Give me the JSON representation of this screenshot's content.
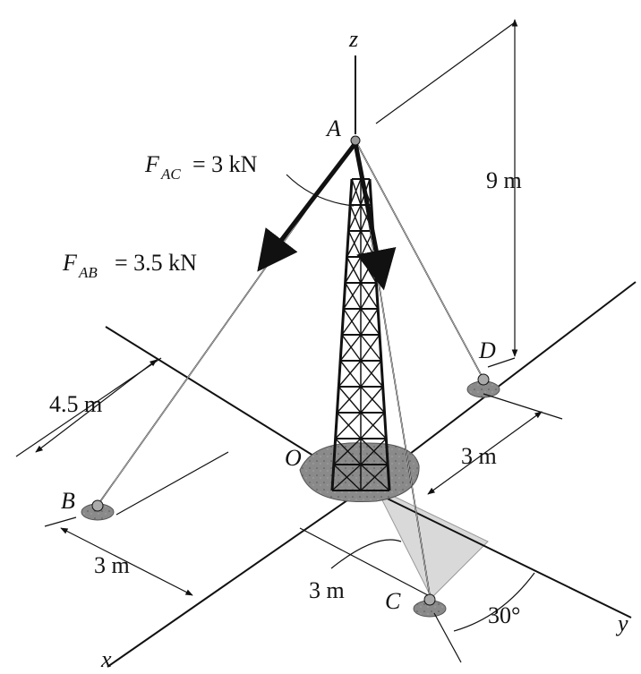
{
  "axes": {
    "x": "x",
    "y": "y",
    "z": "z"
  },
  "points": {
    "A": "A",
    "B": "B",
    "C": "C",
    "D": "D",
    "O": "O"
  },
  "forces": {
    "fac": {
      "symbol": "F",
      "sub": "AC",
      "value": " = 3 kN"
    },
    "fab": {
      "symbol": "F",
      "sub": "AB",
      "value": " = 3.5 kN"
    }
  },
  "dimensions": {
    "height": "9 m",
    "bx": "4.5 m",
    "by": "3 m",
    "dy": "3 m",
    "cx": "3 m",
    "angle": "30°"
  },
  "colors": {
    "line": "#111111",
    "ground": "#7a7a7a",
    "shade": "#d9d9d9"
  }
}
